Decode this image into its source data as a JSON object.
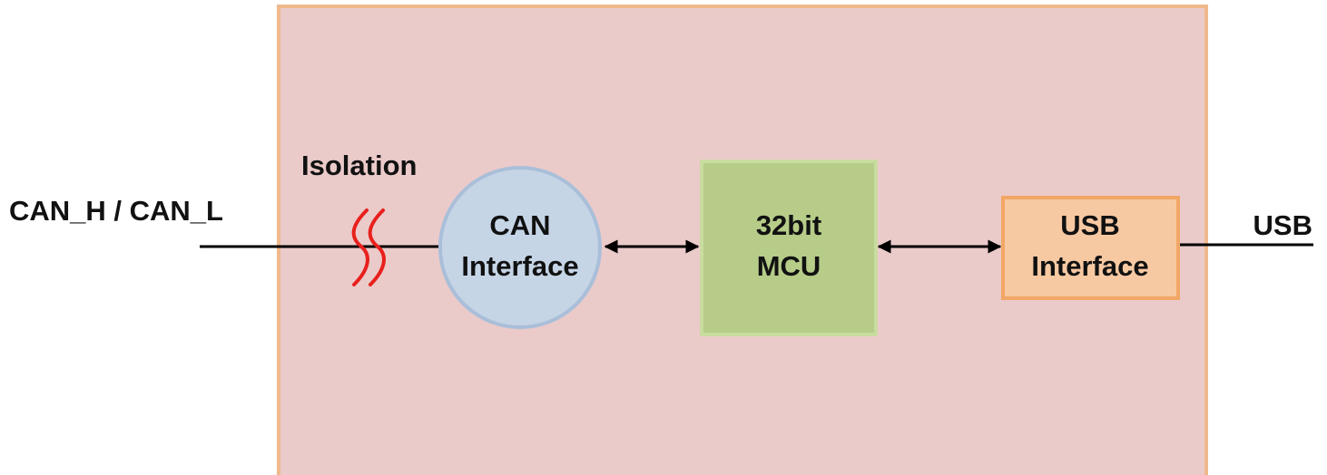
{
  "diagram": {
    "left_signal_label": "CAN_H / CAN_L",
    "isolation_label": "Isolation",
    "right_signal_label": "USB",
    "blocks": {
      "can_interface": {
        "line1": "CAN",
        "line2": "Interface"
      },
      "mcu": {
        "line1": "32bit",
        "line2": "MCU"
      },
      "usb_interface": {
        "line1": "USB",
        "line2": "Interface"
      }
    },
    "colors": {
      "enclosure_fill": "#ebcaca",
      "enclosure_stroke": "#f0b98c",
      "can_fill": "#c6d5e6",
      "can_stroke": "#a9bfd9",
      "mcu_fill": "#b6cc88",
      "mcu_stroke": "#c9dca0",
      "usb_fill": "#f7c9a3",
      "usb_stroke": "#f2a765",
      "isolation_symbol": "#e8201c",
      "lines": "#000000"
    }
  }
}
